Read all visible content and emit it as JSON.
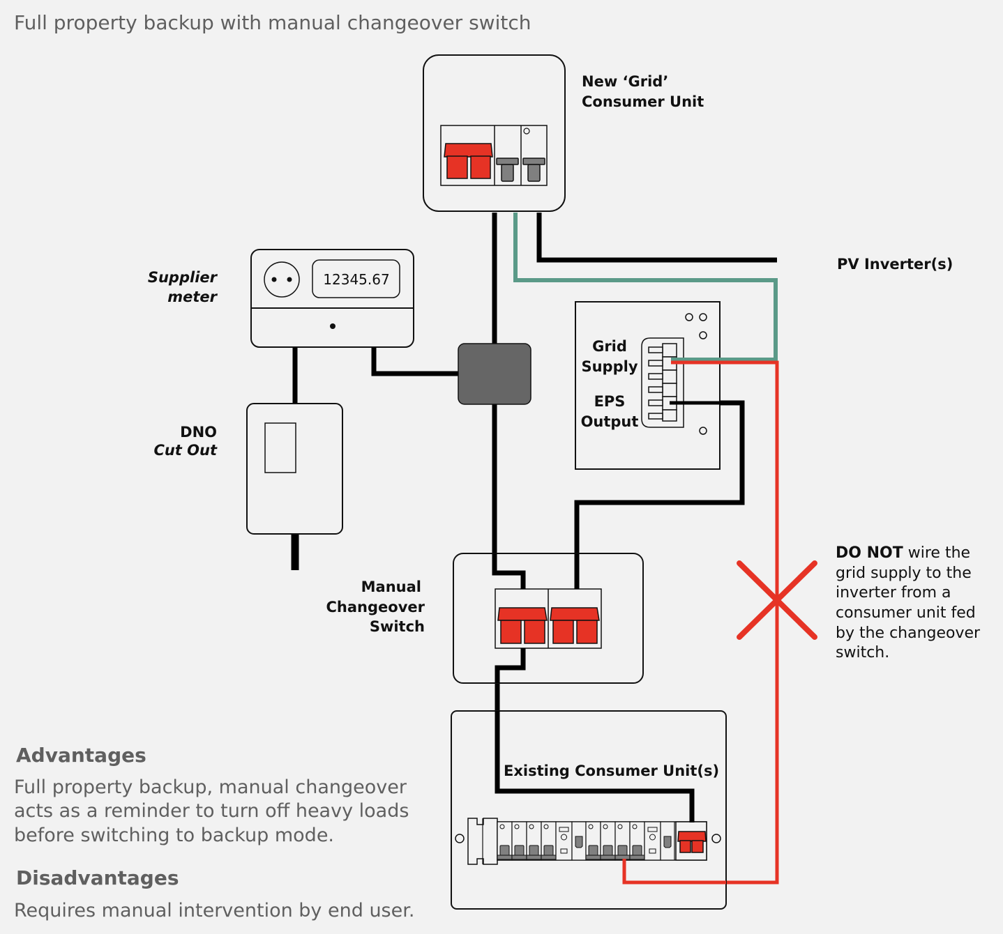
{
  "title": "Full property backup with manual changeover switch",
  "labels": {
    "grid_cu": [
      "New ‘Grid’",
      "Consumer Unit"
    ],
    "pv_inverter": "PV Inverter(s)",
    "supplier_meter": [
      "Supplier",
      "meter"
    ],
    "meter_reading": "12345.67",
    "dno": "DNO",
    "cut_out": "Cut Out",
    "grid_supply": [
      "Grid",
      "Supply"
    ],
    "eps_output": [
      "EPS",
      "Output"
    ],
    "changeover": [
      "Manual",
      "Changeover",
      "Switch"
    ],
    "existing_cu": "Existing Consumer Unit(s)"
  },
  "warning": {
    "bold": "DO NOT",
    "lines": [
      " wire the",
      "grid supply to the",
      "inverter from a",
      "consumer unit fed",
      "by the changeover",
      "switch."
    ]
  },
  "advantages": {
    "heading": "Advantages",
    "lines": [
      "Full property backup, manual changeover",
      "acts as a reminder to turn off heavy loads",
      "before switching to backup mode."
    ]
  },
  "disadvantages": {
    "heading": "Disadvantages",
    "lines": [
      "Requires manual intervention by end user."
    ]
  },
  "colors": {
    "live_wire": "#000000",
    "pv_wire": "#5b9a88",
    "bad_wire": "#e63325",
    "breaker_red": "#e63325",
    "breaker_grey": "#808080",
    "junction_box": "#666666"
  }
}
